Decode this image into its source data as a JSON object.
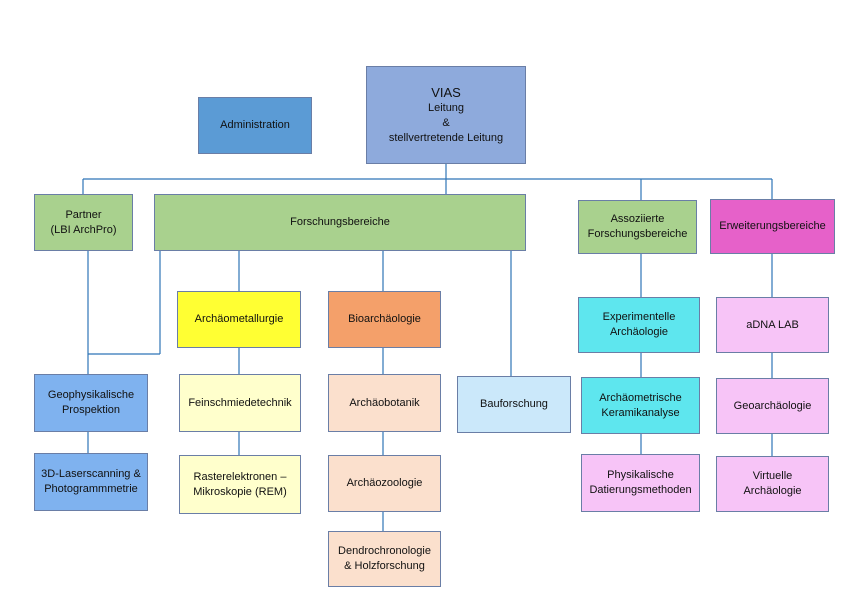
{
  "colors": {
    "connector": "#2e75b6",
    "box_border": "#6a7ea6",
    "vias": "#8eaadc",
    "administration": "#5b9bd5",
    "green": "#a9d18e",
    "magenta": "#e661c9",
    "yellow": "#ffff33",
    "orange": "#f4a06a",
    "blue": "#7fb2ef",
    "light_yellow": "#ffffcc",
    "peach": "#fbe0cd",
    "light_blue": "#cbe8fa",
    "cyan": "#5ee6ee",
    "pink": "#f7c4f7"
  },
  "nodes": {
    "vias": {
      "lines": [
        "VIAS",
        "Leitung",
        "&",
        "stellvertretende Leitung"
      ]
    },
    "administration": {
      "lines": [
        "Administration"
      ]
    },
    "partner": {
      "lines": [
        "Partner",
        "(LBI ArchPro)"
      ]
    },
    "forschungsbereiche": {
      "lines": [
        "Forschungsbereiche"
      ]
    },
    "assoziierte": {
      "lines": [
        "Assoziierte",
        "Forschungsbereiche"
      ]
    },
    "erweiterung": {
      "lines": [
        "Erweiterungsbereiche"
      ]
    },
    "archaeometallurgie": {
      "lines": [
        "Archäometallurgie"
      ]
    },
    "bioarchaeologie": {
      "lines": [
        "Bioarchäologie"
      ]
    },
    "geophysik": {
      "lines": [
        "Geophysikalische",
        "Prospektion"
      ]
    },
    "laserscanning": {
      "lines": [
        "3D-Laserscanning &",
        "Photogrammmetrie"
      ]
    },
    "feinschmiede": {
      "lines": [
        "Feinschmiedetechnik"
      ]
    },
    "raster": {
      "lines": [
        "Rasterelektronen –",
        "Mikroskopie (REM)"
      ]
    },
    "botanik": {
      "lines": [
        "Archäobotanik"
      ]
    },
    "zoologie": {
      "lines": [
        "Archäozoologie"
      ]
    },
    "dendro": {
      "lines": [
        "Dendrochronologie",
        "& Holzforschung"
      ]
    },
    "bauforschung": {
      "lines": [
        "Bauforschung"
      ]
    },
    "experimentelle": {
      "lines": [
        "Experimentelle",
        "Archäologie"
      ]
    },
    "keramik": {
      "lines": [
        "Archäometrische",
        "Keramikanalyse"
      ]
    },
    "physikalische": {
      "lines": [
        "Physikalische",
        "Datierungsmethoden"
      ]
    },
    "adna": {
      "lines": [
        "aDNA LAB"
      ]
    },
    "geoarchaeologie": {
      "lines": [
        "Geoarchäologie"
      ]
    },
    "virtuelle": {
      "lines": [
        "Virtuelle",
        "Archäologie"
      ]
    }
  }
}
